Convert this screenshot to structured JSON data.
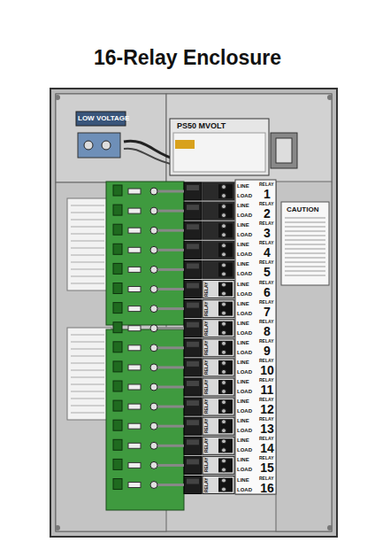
{
  "diagram": {
    "title": "16-Relay Enclosure",
    "labels": [
      "LOW VOLTAGE",
      "PS50 MVOLT",
      "CAUTION",
      "LINE",
      "RELAY",
      "1",
      "LOAD",
      "LINE",
      "RELAY",
      "2",
      "LOAD",
      "LINE",
      "RELAY",
      "3",
      "LOAD",
      "LINE",
      "RELAY",
      "4",
      "LOAD",
      "LINE",
      "RELAY",
      "5",
      "LOAD",
      "LINE",
      "RELAY",
      "6",
      "LOAD",
      "LINE",
      "RELAY",
      "7",
      "LOAD",
      "LINE",
      "RELAY",
      "8",
      "LOAD",
      "LINE",
      "RELAY",
      "9",
      "LOAD",
      "LINE",
      "RELAY",
      "10",
      "LOAD",
      "LINE",
      "RELAY",
      "11",
      "LOAD",
      "LINE",
      "RELAY",
      "12",
      "LOAD",
      "LINE",
      "RELAY",
      "13",
      "LOAD",
      "LINE",
      "RELAY",
      "14",
      "LOAD",
      "LINE",
      "RELAY",
      "15",
      "LOAD",
      "LINE",
      "RELAY",
      "16",
      "LOAD",
      "RELAY",
      "RELAY",
      "RELAY",
      "RELAY",
      "RELAY",
      "RELAY",
      "RELAY",
      "RELAY",
      "RELAY",
      "RELAY",
      "RELAY"
    ]
  }
}
